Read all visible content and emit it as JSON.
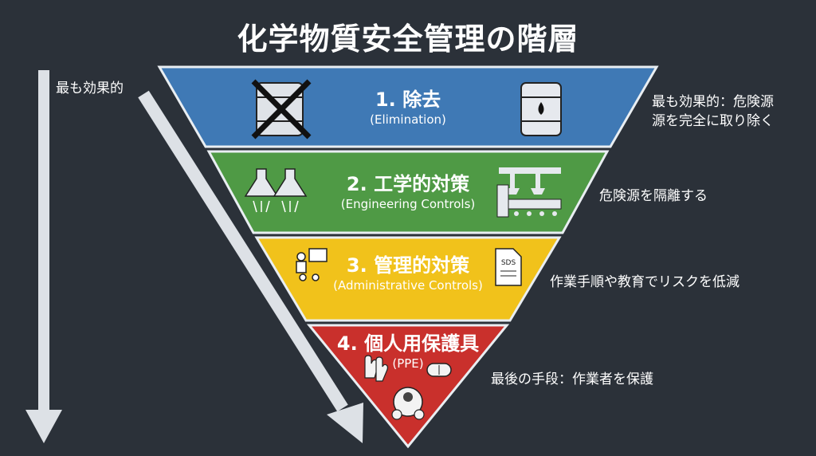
{
  "title": "化学物質安全管理の階層",
  "left_label": "最も効果的",
  "tiers": [
    {
      "name": "1. 除去",
      "english": "(Elimination)",
      "description": "最も効果的：危険源\n源を完全に取り除く",
      "color": "#3f79b5"
    },
    {
      "name": "2. 工学的対策",
      "english": "(Engineering Controls)",
      "description": "危険源を隔離する",
      "color": "#4f9a45"
    },
    {
      "name": "3. 管理的対策",
      "english": "(Administrative Controls)",
      "description": "作業手順や教育でリスクを低減",
      "color": "#f1c21b"
    },
    {
      "name": "4. 個人用保護具",
      "english": "(PPE)",
      "description": "最後の手段：作業者を保護",
      "color": "#c9302c"
    }
  ],
  "icons": {
    "sds_label": "SDS"
  }
}
